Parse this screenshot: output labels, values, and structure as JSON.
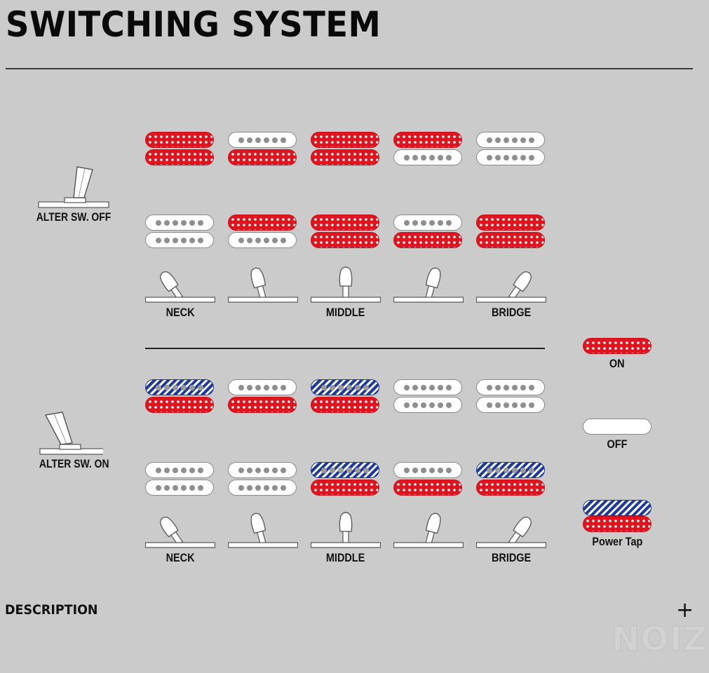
{
  "title": "SWITCHING SYSTEM",
  "sections": [
    {
      "condition_label": "ALTER SW. OFF",
      "positions": [
        {
          "switch_label": "NECK",
          "upper": [
            "on",
            "on"
          ],
          "lower": [
            "off",
            "off"
          ]
        },
        {
          "switch_label": "",
          "upper": [
            "off",
            "on"
          ],
          "lower": [
            "on",
            "off"
          ]
        },
        {
          "switch_label": "MIDDLE",
          "upper": [
            "on",
            "on"
          ],
          "lower": [
            "on",
            "on"
          ]
        },
        {
          "switch_label": "",
          "upper": [
            "on",
            "off"
          ],
          "lower": [
            "off",
            "on"
          ]
        },
        {
          "switch_label": "BRIDGE",
          "upper": [
            "off",
            "off"
          ],
          "lower": [
            "on",
            "on"
          ]
        }
      ]
    },
    {
      "condition_label": "ALTER SW. ON",
      "positions": [
        {
          "switch_label": "NECK",
          "upper": [
            "tap",
            "on"
          ],
          "lower": [
            "off",
            "off"
          ]
        },
        {
          "switch_label": "",
          "upper": [
            "off",
            "on"
          ],
          "lower": [
            "off",
            "off"
          ]
        },
        {
          "switch_label": "MIDDLE",
          "upper": [
            "tap",
            "on"
          ],
          "lower": [
            "tap",
            "on"
          ]
        },
        {
          "switch_label": "",
          "upper": [
            "off",
            "off"
          ],
          "lower": [
            "off",
            "on"
          ]
        },
        {
          "switch_label": "BRIDGE",
          "upper": [
            "off",
            "off"
          ],
          "lower": [
            "tap",
            "on"
          ]
        }
      ]
    }
  ],
  "legend": [
    {
      "label": "ON",
      "coils": [
        "on"
      ]
    },
    {
      "label": "OFF",
      "coils": [
        "off"
      ]
    },
    {
      "label": "Power Tap",
      "coils": [
        "tap",
        "on"
      ]
    }
  ],
  "description": {
    "label": "DESCRIPTION",
    "expand_icon": "+"
  },
  "watermark": {
    "brand": "NOIZ",
    "tagline": "music technology online"
  },
  "colors": {
    "on": "#e0141e",
    "tap": "#1d3a9c",
    "off": "#ffffff",
    "background": "#cbcbcb"
  }
}
